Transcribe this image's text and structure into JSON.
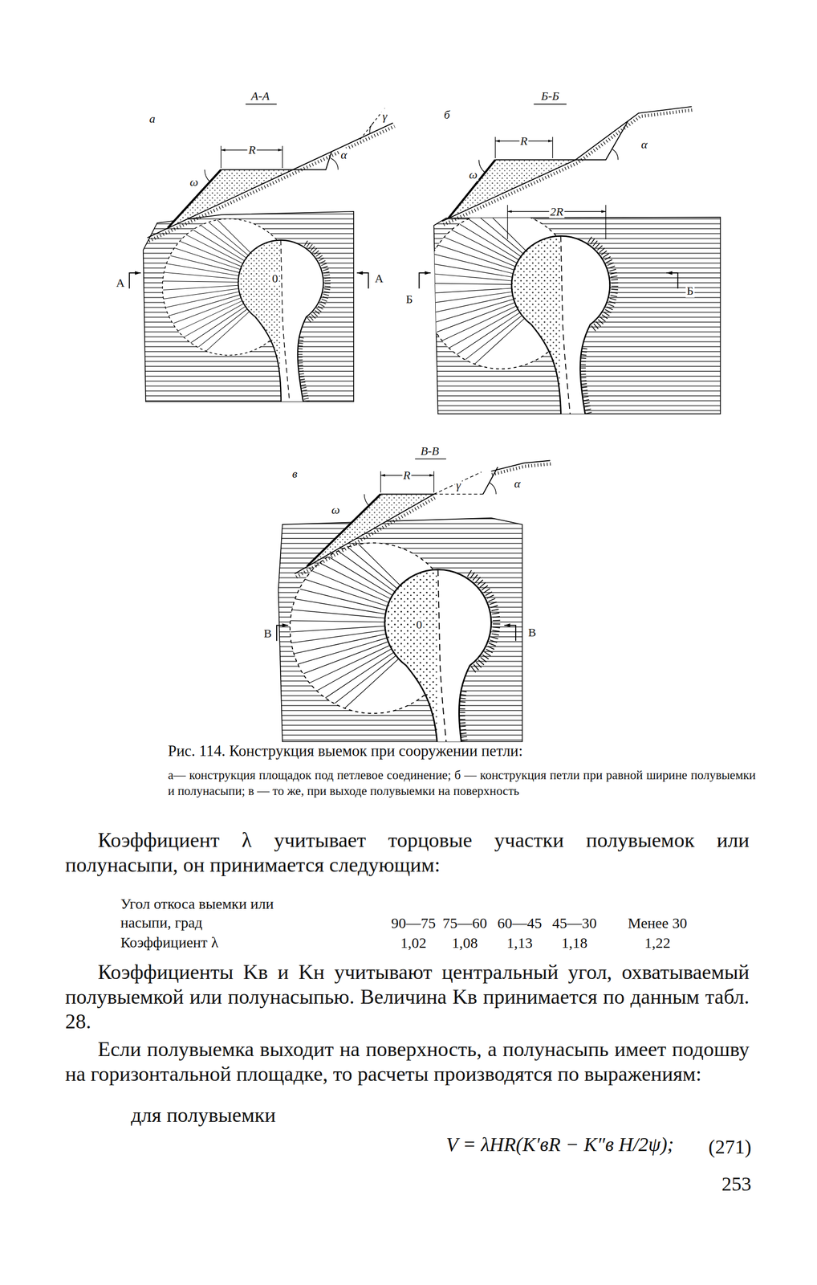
{
  "diagram": {
    "caption": "Рис. 114. Конструкция выемок при сооружении петли:",
    "labels": [
      "а",
      "А-А",
      "R",
      "ω",
      "α",
      "γ",
      "А",
      "0",
      "А",
      "б",
      "Б-Б",
      "R",
      "ω",
      "α",
      "2R",
      "Б",
      "Б",
      "в",
      "В-В",
      "R",
      "ω",
      "γ",
      "α",
      "В",
      "0",
      "В",
      "а— конструкция площадок под петлевое соединение; б — конструкция петли при равной ширине полувыемки и полунасыпи; в — то же, при выходе полувыемки на поверхность",
      "Коэффициент λ учитывает торцовые участки полувыемок или полунасыпи, он принимается следующим:",
      "Угол откоса выемки или насыпи, град",
      "90—75",
      "75—60",
      "60—45",
      "45—30",
      "Менее 30",
      "Коэффициент λ",
      "1,02",
      "1,08",
      "1,13",
      "1,18",
      "1,22",
      "Коэффициенты Kв и Kн учитывают центральный угол, охватываемый полувыемкой или полунасыпью. Величина Kв принимается по данным табл. 28.",
      "Если полувыемка выходит на поверхность, а полунасыпь имеет подошву на горизонтальной площадке, то расчеты производятся по выражениям:",
      "для полувыемки",
      "V = λHR(K′вR − K″в H/2ψ);",
      "(271)",
      "253"
    ]
  }
}
